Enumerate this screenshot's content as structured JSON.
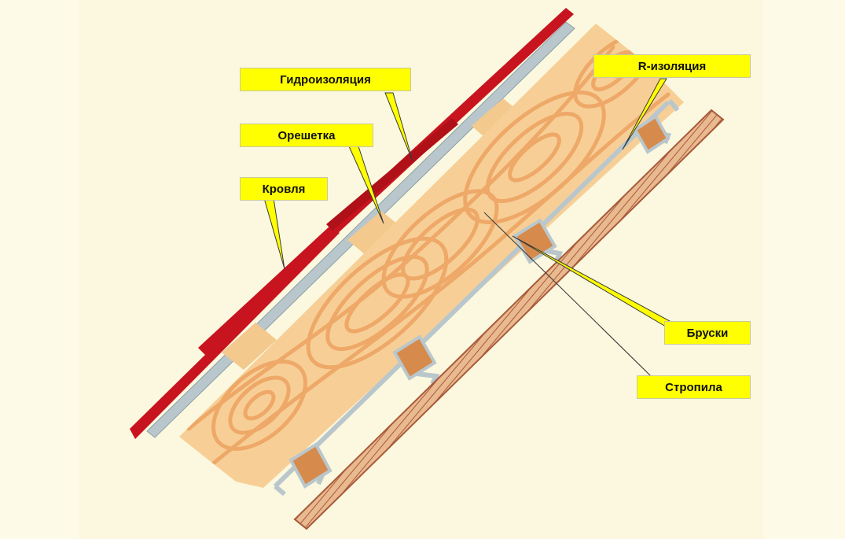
{
  "labels": {
    "waterproofing": "Гидроизоляция",
    "lathing": "Орешетка",
    "roofing": "Кровля",
    "r_insulation": "R-изоляция",
    "battens": "Бруски",
    "rafters": "Стропила"
  },
  "colors": {
    "background": "#fdfbe8",
    "roofing": "#c8141e",
    "membrane": "#b9c7cc",
    "wood": "#f7cf96",
    "wood_grain": "#eea868",
    "label_fill": "#ffff00",
    "rafter_hatch": "#a85a3a"
  }
}
